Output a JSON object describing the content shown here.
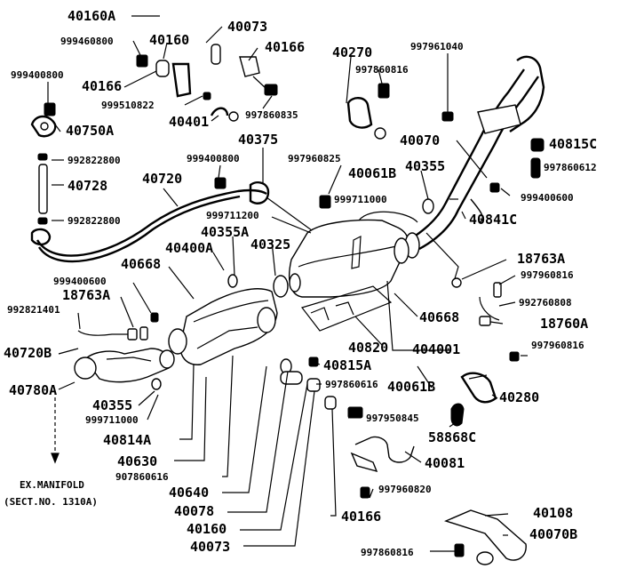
{
  "labels": {
    "p40160A": "40160A",
    "p40073_top": "40073",
    "p999460800": "999460800",
    "p40160_top": "40160",
    "p40166_topR": "40166",
    "p40270": "40270",
    "p997961040": "997961040",
    "p999400800_L": "999400800",
    "p40166_left": "40166",
    "p997860816_top": "997860816",
    "p999510822": "999510822",
    "p997860835": "997860835",
    "p40401": "40401",
    "p40750A": "40750A",
    "p40070": "40070",
    "p40815C": "40815C",
    "p40375": "40375",
    "p992822800_top": "992822800",
    "p999400800_mid": "999400800",
    "p997960825": "997960825",
    "p40061B_top": "40061B",
    "p40355_top": "40355",
    "p997860612": "997860612",
    "p40728": "40728",
    "p40720": "40720",
    "p999711000_top": "999711000",
    "p999400600_R": "999400600",
    "p999711200": "999711200",
    "p40841C": "40841C",
    "p992822800_bot": "992822800",
    "p40355A": "40355A",
    "p40400A": "40400A",
    "p40325": "40325",
    "p18763A_R": "18763A",
    "p40668_L": "40668",
    "p997960816_R1": "997960816",
    "p999400600_L": "999400600",
    "p18763A_L": "18763A",
    "p992760808": "992760808",
    "p992821401": "992821401",
    "p40668_R": "40668",
    "p18760A": "18760A",
    "p40720B": "40720B",
    "p40820": "40820",
    "p404001": "404001",
    "p997960816_R2": "997960816",
    "p40815A": "40815A",
    "p40780A": "40780A",
    "p997860616": "997860616",
    "p40061B_bot": "40061B",
    "p40280": "40280",
    "p40355_bot": "40355",
    "p999711000_bot": "999711000",
    "p997950845": "997950845",
    "p58868C": "58868C",
    "p40814A": "40814A",
    "p40081": "40081",
    "p40630": "40630",
    "p907860616": "907860616",
    "p40640": "40640",
    "p997960820": "997960820",
    "p40078": "40078",
    "p40160_bot": "40160",
    "p40166_bot": "40166",
    "p40073_bot": "40073",
    "p40108": "40108",
    "p40070B": "40070B",
    "p997860816_bot": "997860816",
    "note_line1": "EX.MANIFOLD",
    "note_line2": "(SECT.NO. 1310A)"
  }
}
